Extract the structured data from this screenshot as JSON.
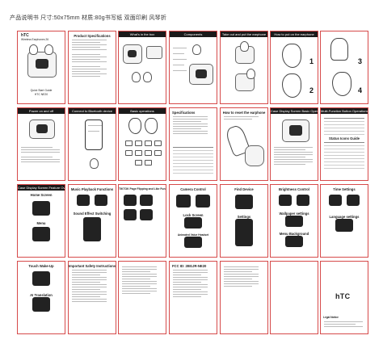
{
  "top_note": "产品说明书  尺寸:50x75mm  材质:80g书写纸  双面印刷  风琴折",
  "cover": {
    "logo": "hTC",
    "subtitle": "Wireless Earphones 26",
    "title_line1": "Quick Start Guide",
    "title_line2": "HTC NE20"
  },
  "panels_row1": [
    {
      "id": "cover",
      "header": ""
    },
    {
      "id": "product-specs",
      "header": "Product Specifications"
    },
    {
      "id": "whats-in-box",
      "header": "What's in the box"
    },
    {
      "id": "components",
      "header": "Components"
    },
    {
      "id": "take-out",
      "header": "Take out and put the earphone"
    },
    {
      "id": "how-to-put-on",
      "header": "How to put on the earphone"
    },
    {
      "id": "wear",
      "header": ""
    }
  ],
  "panels_row2": [
    {
      "id": "power",
      "header": "Power on and off"
    },
    {
      "id": "bluetooth",
      "header": "Connect to Bluetooth device"
    },
    {
      "id": "basic-ops",
      "header": "Basic operations"
    },
    {
      "id": "specs2",
      "header": "Specifications"
    },
    {
      "id": "reset",
      "header": "How to reset the earphone"
    },
    {
      "id": "lcd-basic",
      "header": "Case Display Screen Basic Operations"
    },
    {
      "id": "multi-func",
      "header": "Multi-Function Button Operations"
    }
  ],
  "panels_row3": [
    {
      "id": "lcd-overview",
      "header": "Case Display Screen Feature Overview"
    },
    {
      "id": "music",
      "header": "Music Playback Functions"
    },
    {
      "id": "tiktok",
      "header": "TIKTOK Page Flipping and Like Function"
    },
    {
      "id": "camera",
      "header": "Camera Control"
    },
    {
      "id": "find",
      "header": "Find Device"
    },
    {
      "id": "brightness",
      "header": "Brightness Control"
    },
    {
      "id": "time",
      "header": "Time Settings"
    }
  ],
  "panels_row4": [
    {
      "id": "touch",
      "header": "Touch Wake-Up"
    },
    {
      "id": "safety",
      "header": "Important Safety Instructions"
    },
    {
      "id": "safety2",
      "header": ""
    },
    {
      "id": "fcc",
      "header": "FCC ID: 2BGJR-NE20"
    },
    {
      "id": "fcc2",
      "header": ""
    },
    {
      "id": "blank",
      "header": ""
    },
    {
      "id": "back",
      "header": ""
    }
  ],
  "labels": {
    "home_screen": "Home Screen",
    "menu": "Menu",
    "sound_effect": "Sound Effect Switching",
    "lock_screen": "Lock Screen",
    "animated_wallpaper": "Animated Value Headset",
    "settings": "Settings",
    "wallpaper": "Wallpaper settings",
    "menu_background": "Menu Background",
    "language": "Language settings",
    "ai_translation": "AI Translation",
    "status_icons": "Status Icons Guide",
    "back_logo": "hTC",
    "legal_title": "Legal Notice",
    "num1": "1",
    "num2": "2",
    "num3": "3",
    "num4": "4"
  }
}
